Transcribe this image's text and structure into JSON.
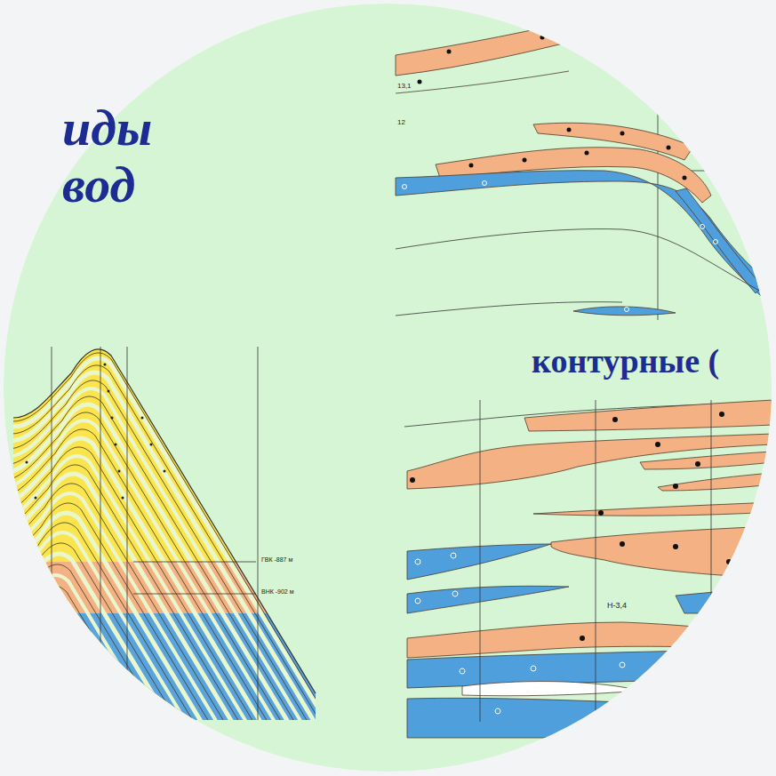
{
  "diagram": {
    "labels": [
      "иды",
      "вод",
      "13,1",
      "12",
      "контурные (",
      "ГВК -887 м",
      "ВНК -902 м",
      "Н-3,4"
    ]
  }
}
